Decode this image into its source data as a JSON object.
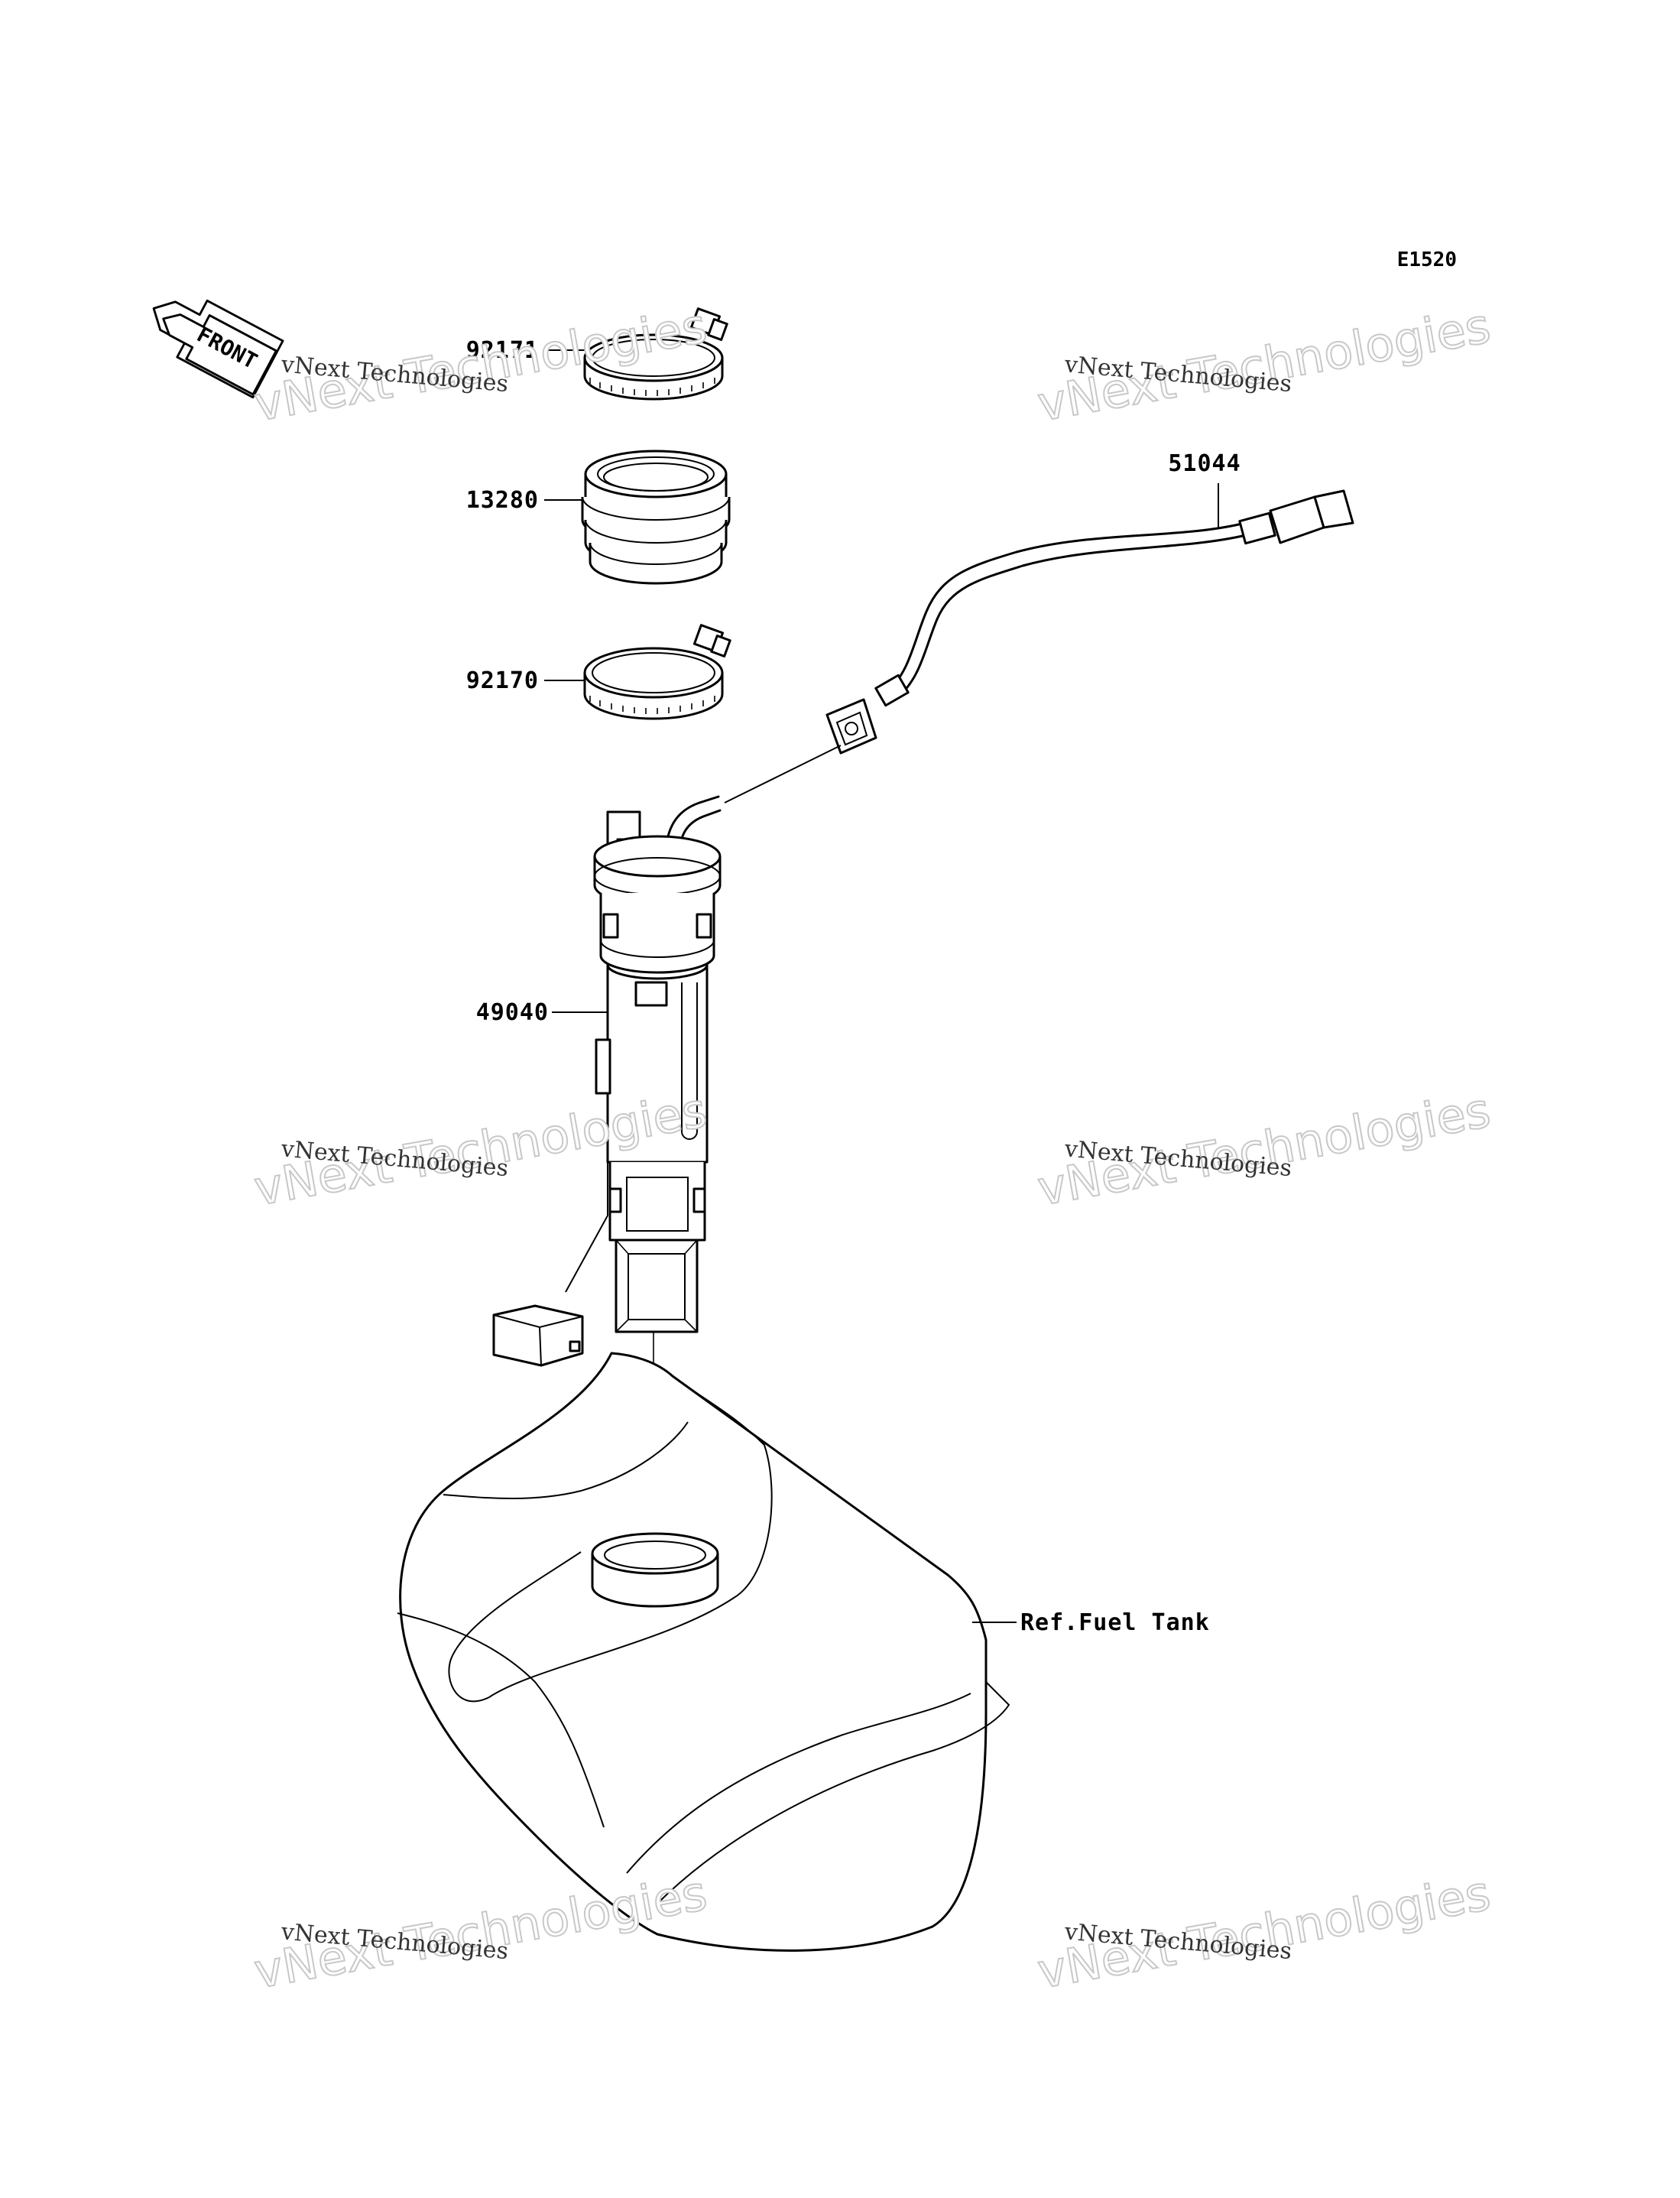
{
  "diagram": {
    "code": "E1520",
    "front_label": "FRONT",
    "parts": [
      {
        "number": "92171"
      },
      {
        "number": "13280"
      },
      {
        "number": "92170"
      },
      {
        "number": "51044"
      },
      {
        "number": "49040"
      }
    ],
    "reference_label": "Ref.Fuel Tank"
  },
  "watermarks": [
    {
      "small": "vNext Technologies",
      "big": "vNext Technologies"
    },
    {
      "small": "vNext Technologies",
      "big": "vNext Technologies"
    },
    {
      "small": "vNext Technologies",
      "big": "vNext Technologies"
    },
    {
      "small": "vNext Technologies",
      "big": "vNext Technologies"
    },
    {
      "small": "vNext Technologies",
      "big": "vNext Technologies"
    },
    {
      "small": "vNext Technologies",
      "big": "vNext Technologies"
    }
  ]
}
